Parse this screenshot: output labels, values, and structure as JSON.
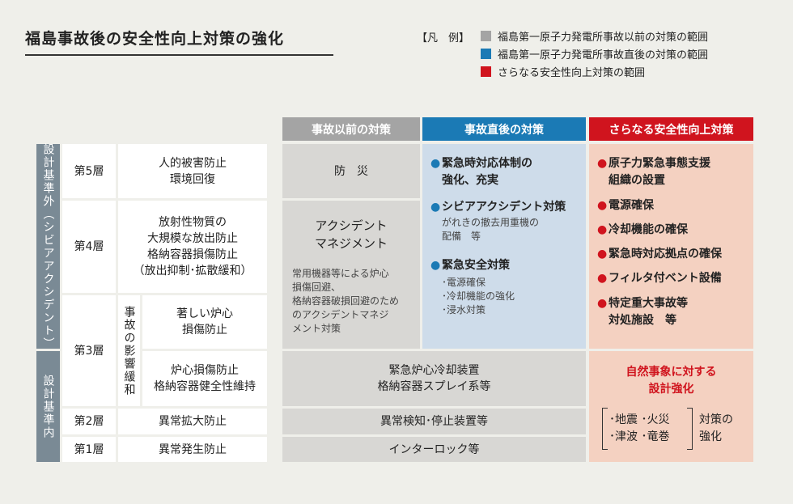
{
  "colors": {
    "gray": "#a4a4a4",
    "blue": "#1b7ab5",
    "red": "#d0141e",
    "layer_bar": "#7a8a95"
  },
  "title": "福島事故後の安全性向上対策の強化",
  "legend": {
    "heading": "【凡　例】",
    "items": [
      {
        "label": "福島第一原子力発電所事故以前の対策の範囲",
        "color": "#a4a4a4"
      },
      {
        "label": "福島第一原子力発電所事故直後の対策の範囲",
        "color": "#1b7ab5"
      },
      {
        "label": "さらなる安全性向上対策の範囲",
        "color": "#d0141e"
      }
    ]
  },
  "columns": [
    "事故以前の対策",
    "事故直後の対策",
    "さらなる安全性向上対策"
  ],
  "groups": {
    "outside": "設計基準外（シビアアクシデント）",
    "inside": "設計基準内"
  },
  "mitigation_label": "事故の影響緩和",
  "layers": {
    "l5": {
      "name": "第5層",
      "desc": [
        "人的被害防止",
        "環境回復"
      ]
    },
    "l4": {
      "name": "第4層",
      "desc": [
        "放射性物質の",
        "大規模な放出防止",
        "格納容器損傷防止",
        "（放出抑制･拡散緩和）"
      ]
    },
    "l3": {
      "name": "第3層",
      "desc_a": [
        "著しい炉心",
        "損傷防止"
      ],
      "desc_b": [
        "炉心損傷防止",
        "格納容器健全性維持"
      ]
    },
    "l2": {
      "name": "第2層",
      "desc": "異常拡大防止"
    },
    "l1": {
      "name": "第1層",
      "desc": "異常発生防止"
    }
  },
  "before": {
    "bousai": "防　災",
    "am_title": [
      "アクシデント",
      "マネジメント"
    ],
    "am_desc": [
      "常用機器等による炉心",
      "損傷回避、",
      "格納容器破損回避のため",
      "のアクシデントマネジ",
      "メント対策"
    ],
    "core_cooling": [
      "緊急炉心冷却装置",
      "格納容器スプレイ系等"
    ],
    "abnormal": "異常検知･停止装置等",
    "interlock": "インターロック等"
  },
  "after": {
    "b1": [
      "緊急時対応体制の",
      "強化、充実"
    ],
    "b2": "シビアアクシデント対策",
    "b2_sub": [
      "がれきの撤去用重機の",
      "配備　等"
    ],
    "b3": "緊急安全対策",
    "b3_sub": [
      "･電源確保",
      "･冷却機能の強化",
      "･浸水対策"
    ]
  },
  "further": {
    "items": [
      [
        "原子力緊急事態支援",
        "組織の設置"
      ],
      [
        "電源確保"
      ],
      [
        "冷却機能の確保"
      ],
      [
        "緊急時対応拠点の確保"
      ],
      [
        "フィルタ付ベント設備"
      ],
      [
        "特定重大事故等",
        "対処施設　等"
      ]
    ],
    "natural_title": [
      "自然事象に対する",
      "設計強化"
    ],
    "natural_list": [
      "･地震 ･火災",
      "･津波 ･竜巻"
    ],
    "natural_tail": [
      "対策の",
      "強化"
    ]
  }
}
